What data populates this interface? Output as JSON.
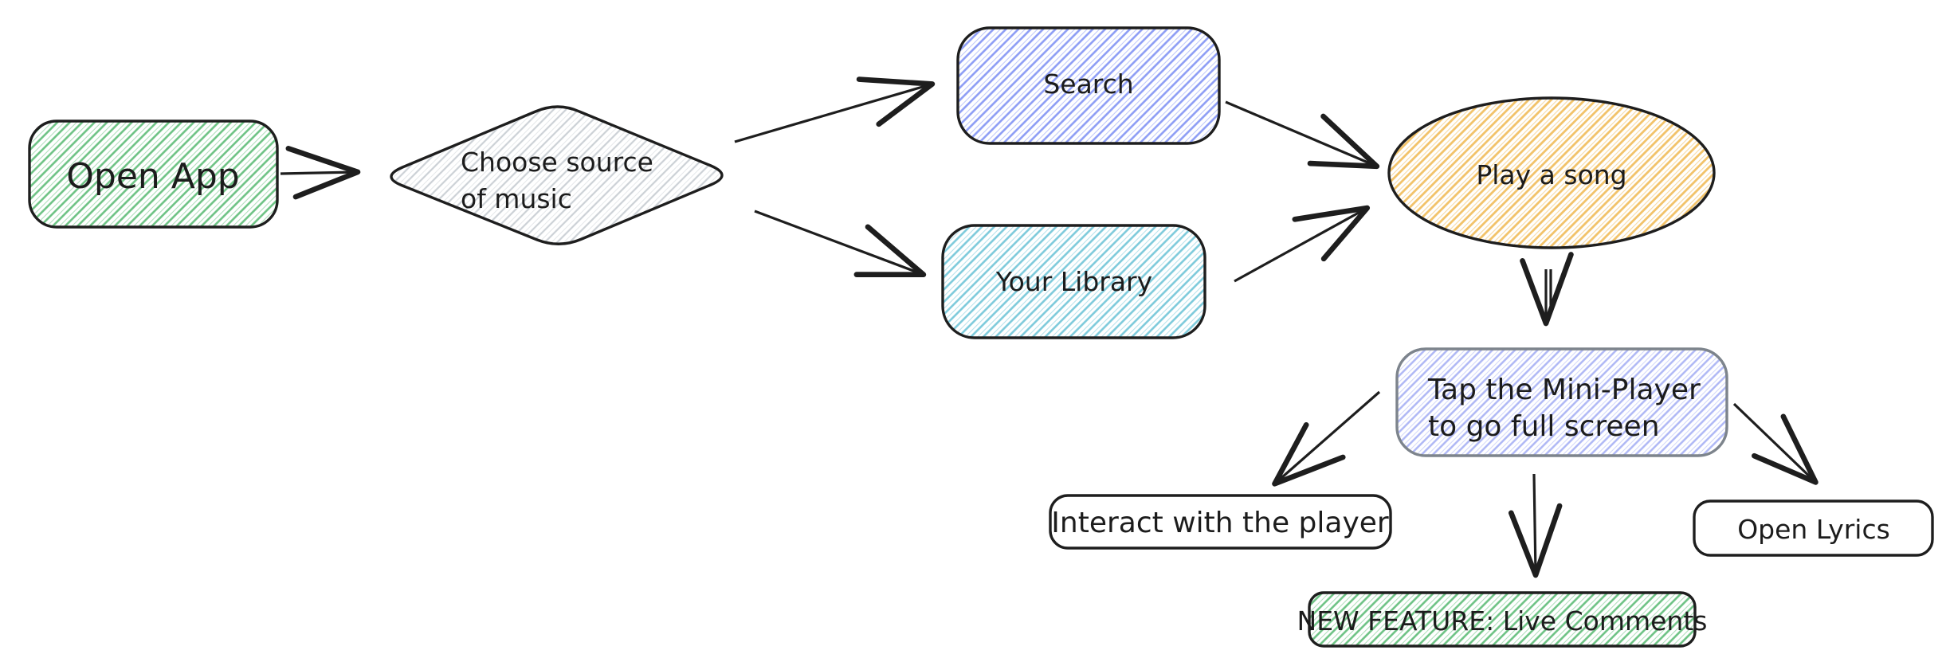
{
  "diagram_type": "flowchart",
  "colors": {
    "stroke_dark": "#1e1e1e",
    "green_hatch": "#6cc283",
    "gray_hatch": "#ccd1d6",
    "blue_hatch": "#8c9cf5",
    "cyan_hatch": "#7ccadb",
    "yellow_hatch": "#f2c268",
    "lavender_hatch": "#aeb7f5",
    "gray_border": "#7d848c",
    "white_fill": "#ffffff"
  },
  "nodes": {
    "open_app": {
      "label": "Open App",
      "shape": "rounded-rectangle",
      "fill": "green-hachure"
    },
    "choose_source": {
      "label_line1": "Choose source",
      "label_line2": "of music",
      "shape": "diamond",
      "fill": "gray-hachure"
    },
    "search": {
      "label": "Search",
      "shape": "rounded-rectangle",
      "fill": "blue-hachure"
    },
    "your_library": {
      "label": "Your Library",
      "shape": "rounded-rectangle",
      "fill": "cyan-hachure"
    },
    "play_song": {
      "label": "Play a song",
      "shape": "ellipse",
      "fill": "yellow-hachure"
    },
    "mini_player": {
      "label_line1": "Tap the Mini-Player",
      "label_line2": "to go full screen",
      "shape": "rounded-rectangle",
      "fill": "lavender-hachure"
    },
    "interact_player": {
      "label": "Interact with the player",
      "shape": "rounded-rectangle",
      "fill": "white"
    },
    "live_comments": {
      "label": "NEW FEATURE: Live Comments",
      "shape": "rounded-rectangle",
      "fill": "green-hachure"
    },
    "open_lyrics": {
      "label": "Open Lyrics",
      "shape": "rounded-rectangle",
      "fill": "white"
    }
  },
  "edges": [
    {
      "from": "open_app",
      "to": "choose_source"
    },
    {
      "from": "choose_source",
      "to": "search"
    },
    {
      "from": "choose_source",
      "to": "your_library"
    },
    {
      "from": "search",
      "to": "play_song"
    },
    {
      "from": "your_library",
      "to": "play_song"
    },
    {
      "from": "play_song",
      "to": "mini_player"
    },
    {
      "from": "mini_player",
      "to": "interact_player"
    },
    {
      "from": "mini_player",
      "to": "live_comments"
    },
    {
      "from": "mini_player",
      "to": "open_lyrics"
    }
  ]
}
